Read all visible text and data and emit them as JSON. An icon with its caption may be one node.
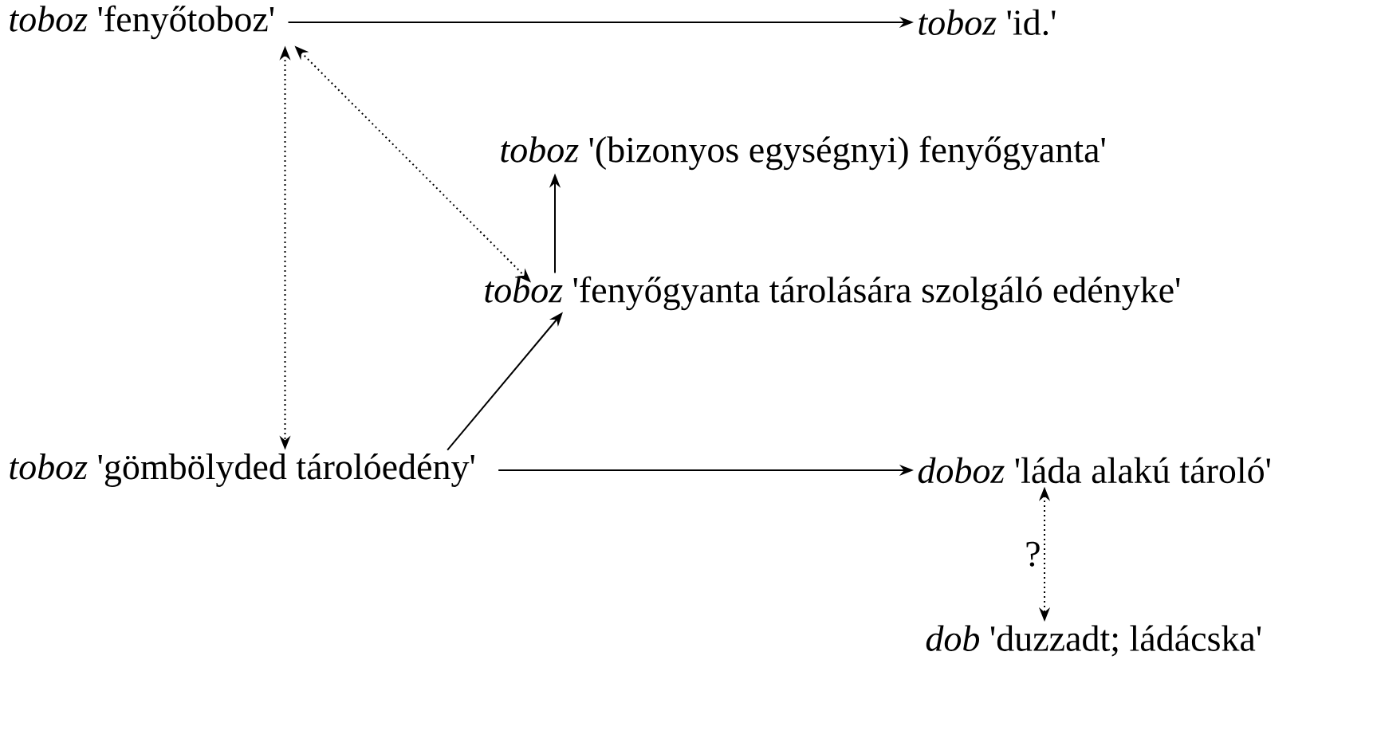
{
  "diagram": {
    "nodes": [
      {
        "text": [
          "*toboz* 'fenyőtoboz'"
        ]
      },
      {
        "text": [
          "*toboz* 'id.'"
        ]
      },
      {
        "text": [
          "*toboz* '(bizonyos egységnyi) fenyőgyanta'"
        ]
      },
      {
        "text": [
          "*toboz* 'fenyőgyanta tárolására szolgáló edényke'"
        ]
      },
      {
        "text": [
          "*toboz* 'gömbölyded tárolóedény'"
        ]
      },
      {
        "text": [
          "*doboz* 'láda alakú tároló'"
        ]
      },
      {
        "text": [
          "*dob* 'duzzadt; ládácska'"
        ]
      }
    ],
    "edges": [
      {
        "from": 0,
        "to": 1,
        "arrow": "to"
      },
      {
        "from": 0,
        "to": 3,
        "arrow": "both",
        "style": "dashed"
      },
      {
        "from": 0,
        "to": 4,
        "arrow": "both",
        "style": "dashed"
      },
      {
        "from": 3,
        "to": 2,
        "arrow": "to"
      },
      {
        "from": 4,
        "to": 3,
        "arrow": "to"
      },
      {
        "from": 4,
        "to": 5,
        "arrow": "to"
      },
      {
        "from": 5,
        "to": 6,
        "arrow": "both",
        "style": "dashed",
        "label": "?"
      }
    ]
  }
}
